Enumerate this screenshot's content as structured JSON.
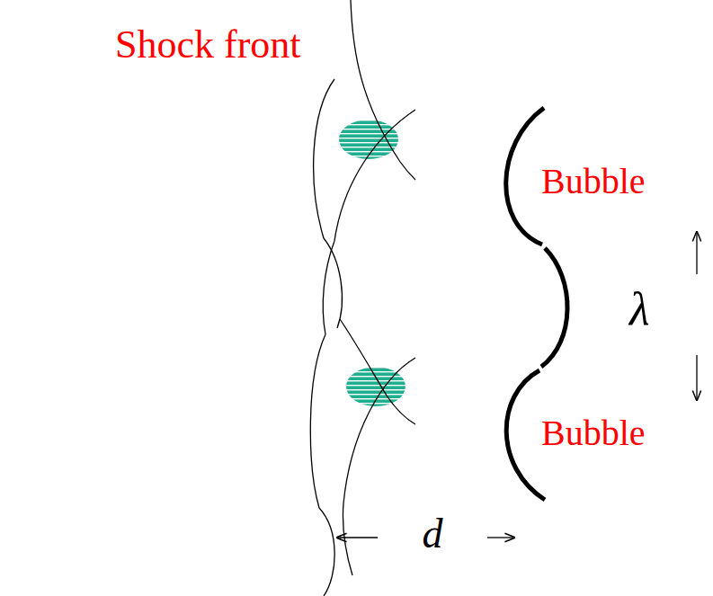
{
  "diagram": {
    "labels": [
      "Shock front",
      "Bubble",
      "Bubble",
      "λ",
      "d"
    ]
  }
}
